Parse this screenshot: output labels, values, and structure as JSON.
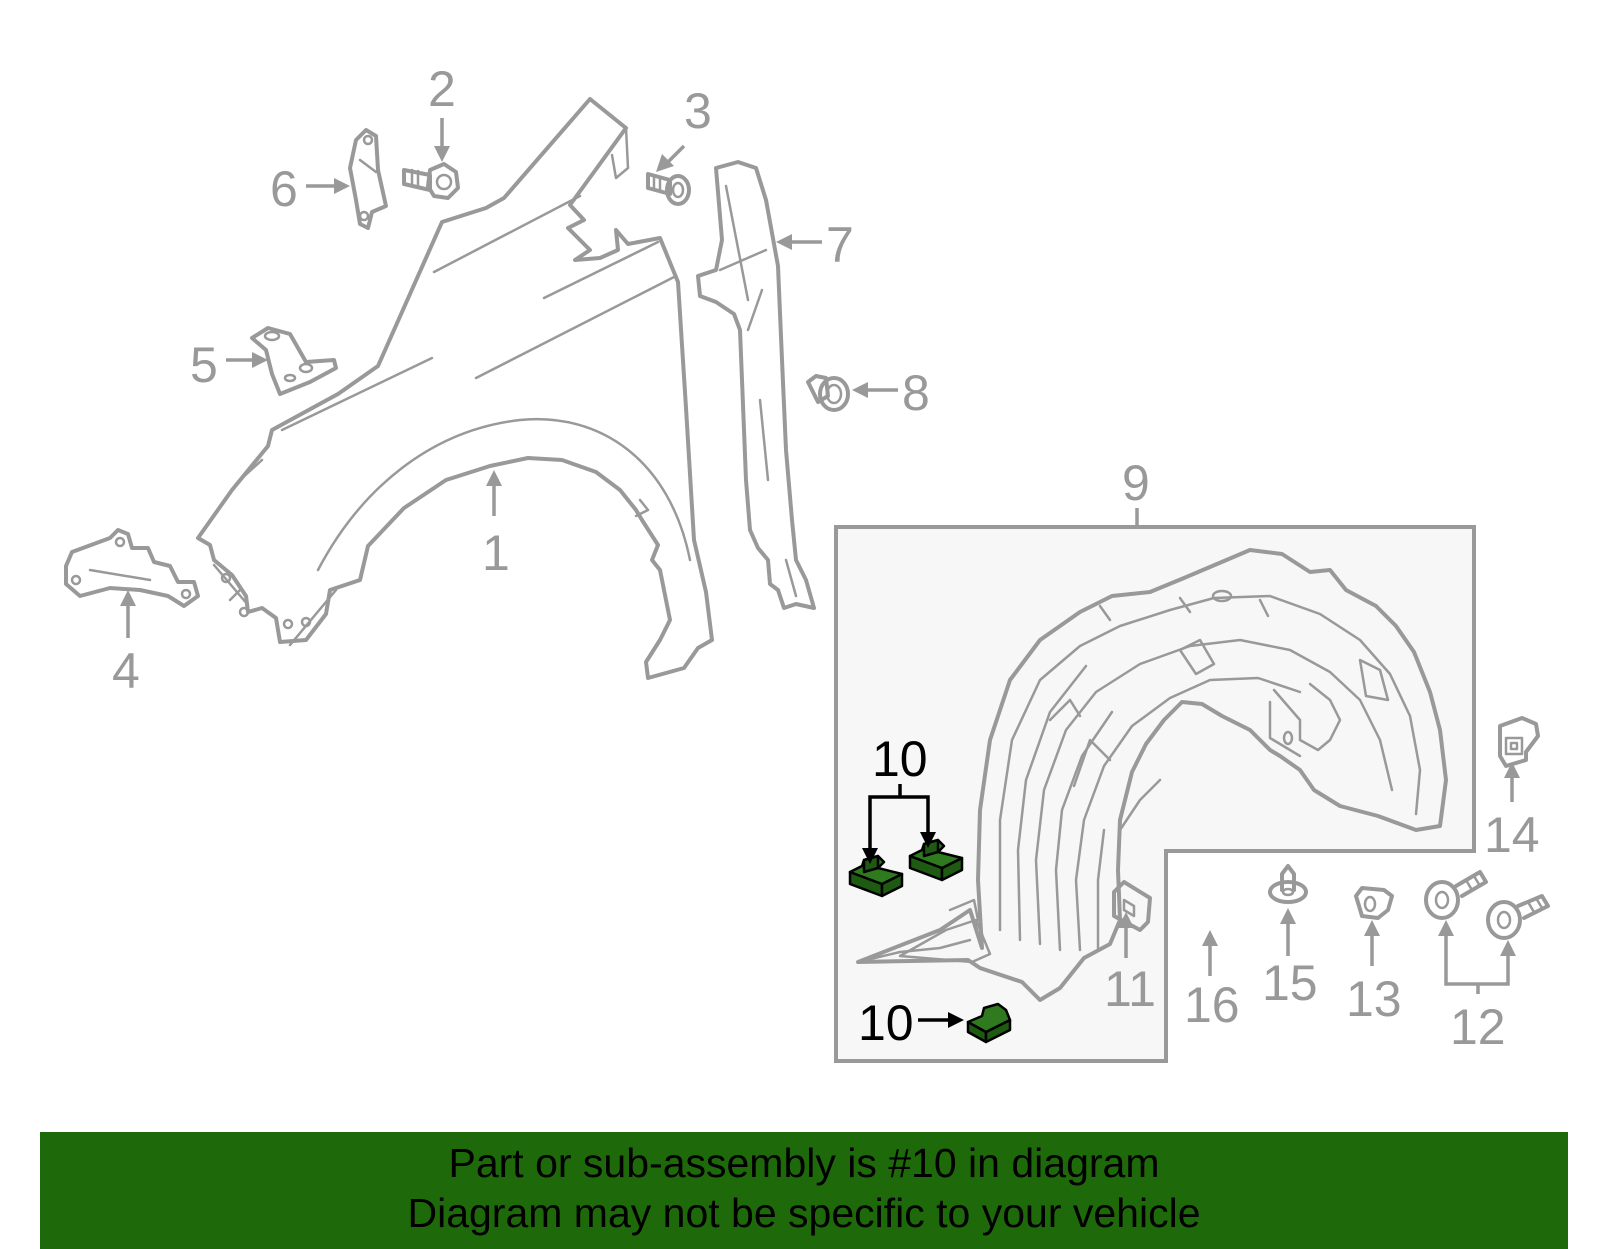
{
  "callouts": {
    "c1": "1",
    "c2": "2",
    "c3": "3",
    "c4": "4",
    "c5": "5",
    "c6": "6",
    "c7": "7",
    "c8": "8",
    "c9": "9",
    "c10a": "10",
    "c10b": "10",
    "c11": "11",
    "c12": "12",
    "c13": "13",
    "c14": "14",
    "c15": "15",
    "c16": "16"
  },
  "banner": {
    "line1": "Part or sub-assembly is #10 in diagram",
    "line2": "Diagram may not be specific to your vehicle"
  },
  "colors": {
    "line": "#999999",
    "highlight_part": "#2f7a1f",
    "banner_bg": "#1e6a0a",
    "box_fill": "#f7f7f7"
  }
}
